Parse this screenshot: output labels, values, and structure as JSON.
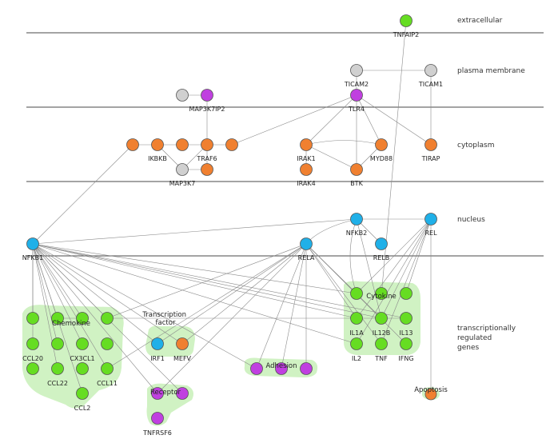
{
  "layers": [
    {
      "id": "extracellular",
      "label": "extracellular"
    },
    {
      "id": "plasma_membrane",
      "label": "plasma membrane"
    },
    {
      "id": "cytoplasm",
      "label": "cytoplasm"
    },
    {
      "id": "nucleus",
      "label": "nucleus"
    },
    {
      "id": "trg",
      "label": "transcriptionally regulated genes"
    }
  ],
  "groups": {
    "chemokine": "Chemokine",
    "transcription_factor": "Transcription factor",
    "receptor": "Receptor",
    "adhesion": "Adhesion",
    "cytokine": "Cytokine",
    "apoptosis": "Apoptosis"
  },
  "colors": {
    "green": "#66dd22",
    "orange": "#f08030",
    "blue": "#20b0e8",
    "purple": "#c040e0",
    "gray": "#d0d0d0",
    "group_fill": "#c8f0b8",
    "edge": "#8a8a8a"
  },
  "labels": {
    "tnfaip2": "TNFAIP2",
    "ticam2": "TICAM2",
    "ticam1": "TICAM1",
    "map3k7ip2": "MAP3K7IP2",
    "tlr4": "TLR4",
    "ikbkb": "IKBKB",
    "traf6": "TRAF6",
    "map3k7": "MAP3K7",
    "irak1": "IRAK1",
    "myd88": "MYD88",
    "tirap": "TIRAP",
    "irak4": "IRAK4",
    "btk": "BTK",
    "nfkb2": "NFKB2",
    "rel": "REL",
    "relb": "RELB",
    "nfkb1": "NFKB1",
    "rela": "RELA",
    "ccl20": "CCL20",
    "cx3cl1": "CX3CL1",
    "ccl22": "CCL22",
    "ccl11": "CCL11",
    "ccl2": "CCL2",
    "irf1": "IRF1",
    "mefv": "MEFV",
    "tnfrsf6": "TNFRSF6",
    "il1a": "IL1A",
    "il12b": "IL12B",
    "il13": "IL13",
    "il2": "IL2",
    "tnf": "TNF",
    "ifng": "IFNG"
  }
}
